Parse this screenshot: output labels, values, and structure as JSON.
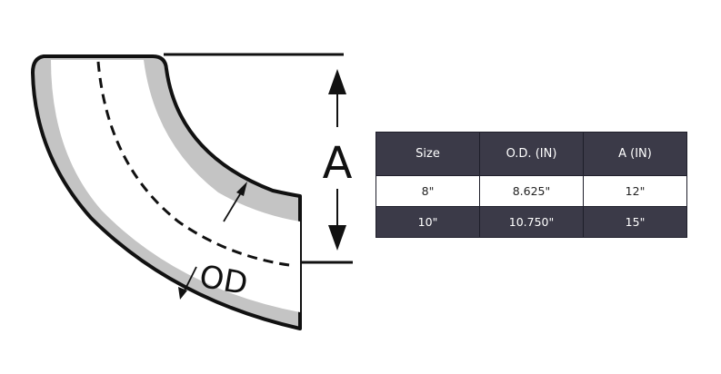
{
  "diagram": {
    "dimension_a_label": "A",
    "outer_diameter_label": "OD"
  },
  "table": {
    "headers": [
      "Size",
      "O.D. (IN)",
      "A (IN)"
    ],
    "rows": [
      [
        "8\"",
        "8.625\"",
        "12\""
      ],
      [
        "10\"",
        "10.750\"",
        "15\""
      ]
    ]
  },
  "colors": {
    "header_bg": "#3b3a48",
    "pipe_wall": "#c4c4c4",
    "outline": "#111111"
  }
}
